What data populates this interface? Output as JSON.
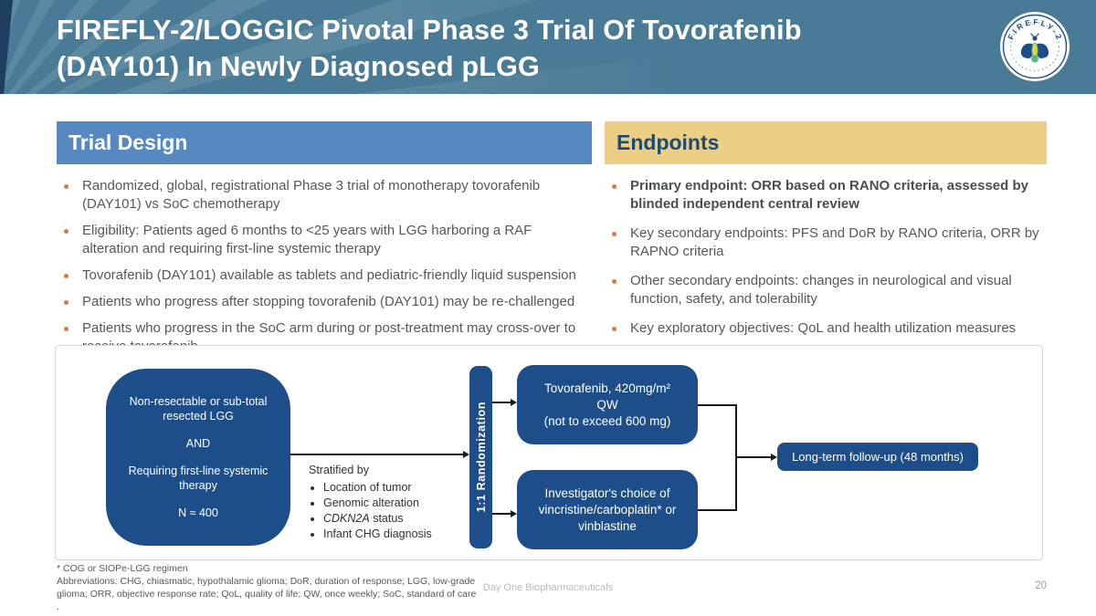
{
  "slide": {
    "title_line1": "FIREFLY-2/LOGGIC Pivotal Phase 3 Trial Of Tovorafenib",
    "title_line2": "(DAY101) In Newly Diagnosed pLGG",
    "logo_text": "FIREFLY-2",
    "footer_note": "* COG or SIOPe-LGG regimen",
    "footer_abbreviations": "Abbreviations: CHG, chiasmatic, hypothalamic glioma; DoR, duration of response; LGG, low-grade glioma; ORR, objective response rate; QoL, quality of life; QW, once weekly; SoC, standard of care",
    "footer_period": ".",
    "footer_company": "Day One Biopharmaceuticals",
    "page_number": "20"
  },
  "trial_design": {
    "header": "Trial Design",
    "bullets": [
      "Randomized, global, registrational Phase 3 trial of monotherapy tovorafenib (DAY101) vs SoC chemotherapy",
      "Eligibility: Patients aged 6 months to <25 years with LGG harboring a RAF alteration and requiring first-line systemic therapy",
      "Tovorafenib (DAY101) available as tablets and pediatric-friendly liquid suspension",
      "Patients who progress after stopping tovorafenib (DAY101) may be re-challenged",
      "Patients who progress in the SoC arm during or post-treatment may cross-over to receive tovorafenib"
    ]
  },
  "endpoints": {
    "header": "Endpoints",
    "bullets": [
      "Primary endpoint: ORR based on RANO criteria, assessed by blinded independent central review",
      "Key secondary endpoints: PFS and DoR by RANO criteria, ORR by RAPNO criteria",
      "Other secondary endpoints: changes in neurological and visual function, safety, and tolerability",
      "Key exploratory objectives: QoL and health utilization measures"
    ]
  },
  "diagram": {
    "eligibility_box": {
      "line1": "Non-resectable or sub-total resected LGG",
      "line2": "AND",
      "line3": "Requiring first-line systemic therapy",
      "line4": "N ≈ 400"
    },
    "stratified": {
      "title": "Stratified by",
      "items": [
        {
          "gene": "",
          "text": "Location of tumor"
        },
        {
          "gene": "",
          "text": "Genomic alteration"
        },
        {
          "gene": "CDKN2A",
          "text": " status"
        },
        {
          "gene": "",
          "text": "Infant CHG diagnosis"
        }
      ]
    },
    "randomization_label": "1:1 Randomization",
    "arm1": {
      "line1": "Tovorafenib, 420mg/m² QW",
      "line2": "(not to exceed 600 mg)"
    },
    "arm2": "Investigator's choice of vincristine/carboplatin* or vinblastine",
    "followup": "Long-term follow-up (48 months)"
  },
  "colors": {
    "header_teal": "#4a7b96",
    "trial_design_blue": "#5589c0",
    "endpoints_tan": "#ecce85",
    "endpoints_text_navy": "#1c4975",
    "bullet_orange": "#c97c4c",
    "diagram_box_blue": "#1d4e89",
    "body_text_gray": "#54585a"
  }
}
